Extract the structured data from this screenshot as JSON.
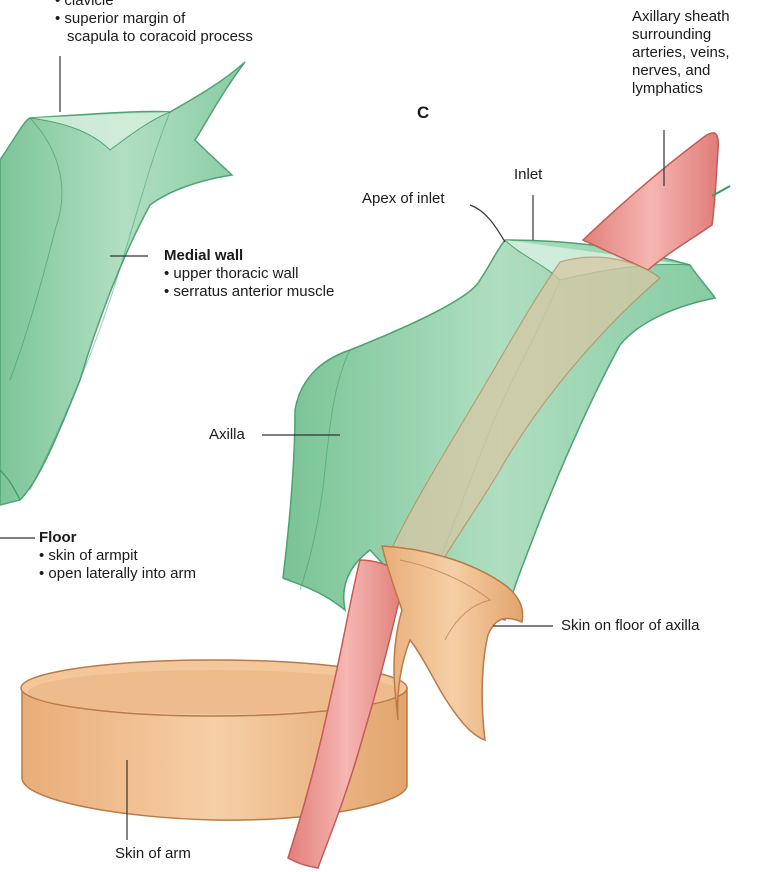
{
  "colors": {
    "green_fill": "#8fcfa8",
    "green_edge": "#3c9a66",
    "skin_fill": "#f0bd8e",
    "skin_edge": "#b97a48",
    "vessel_fill": "#ef9a95",
    "vessel_edge": "#c45b57",
    "leader": "#333333"
  },
  "panel_label": "C",
  "labels": {
    "top_bullets": [
      "• clavicle",
      "• superior margin of",
      "scapula to coracoid process"
    ],
    "medial_wall_title": "Medial wall",
    "medial_wall_bullets": [
      "• upper thoracic wall",
      "• serratus anterior muscle"
    ],
    "floor_title": "Floor",
    "floor_bullets": [
      "• skin of armpit",
      "• open laterally into arm"
    ],
    "axillary_sheath": [
      "Axillary sheath",
      "surrounding",
      "arteries, veins,",
      "nerves, and",
      "lymphatics"
    ],
    "inlet": "Inlet",
    "apex_of_inlet": "Apex of inlet",
    "axilla": "Axilla",
    "skin_on_floor": "Skin on floor of axilla",
    "skin_of_arm": "Skin of arm"
  }
}
